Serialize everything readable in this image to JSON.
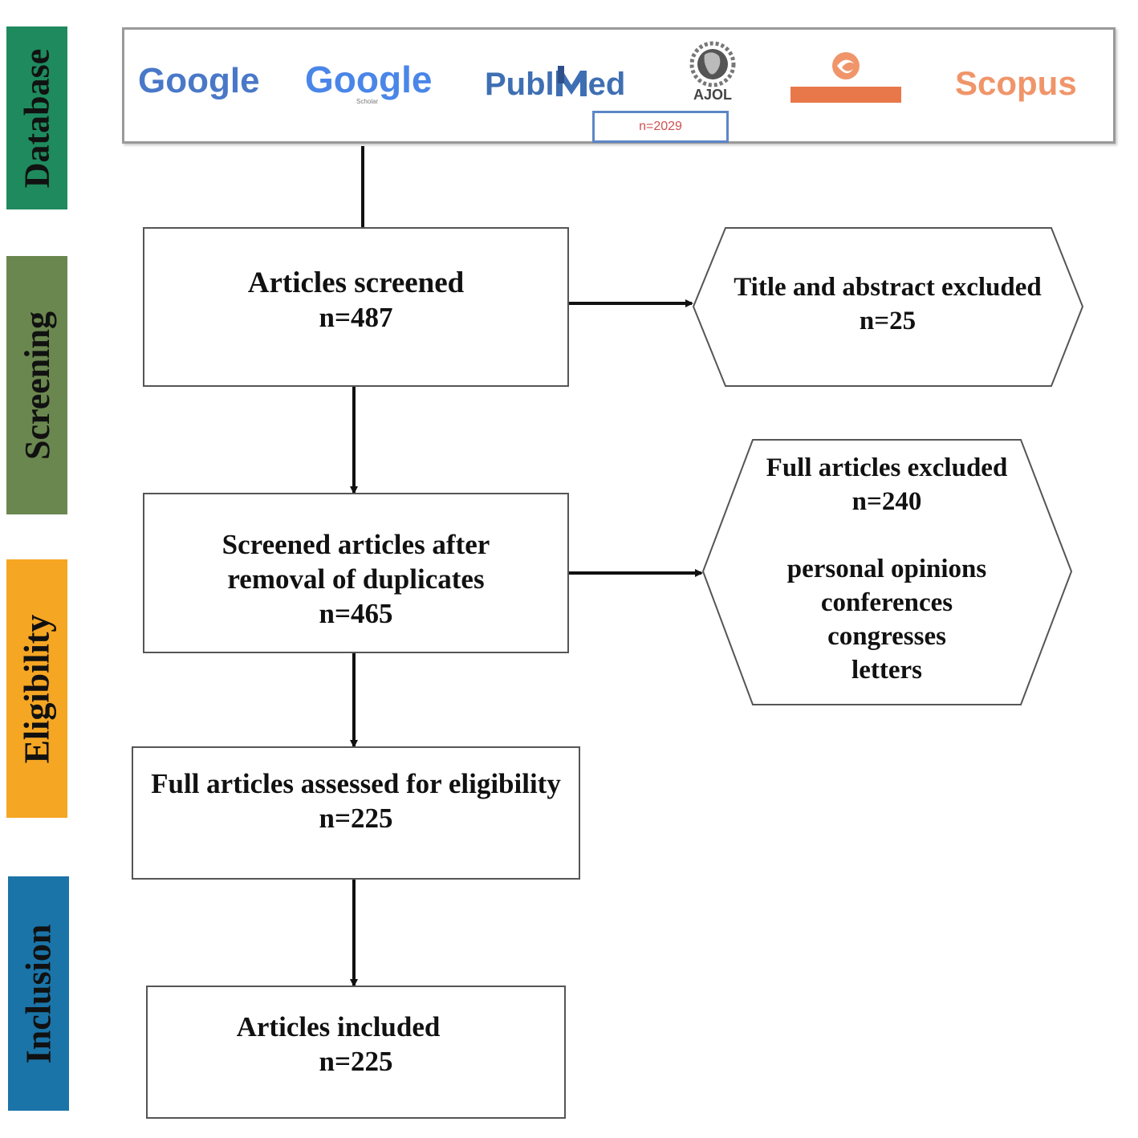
{
  "stages": {
    "database": {
      "label": "Database",
      "color": "#1e8a5e"
    },
    "screening": {
      "label": "Screening",
      "color": "#6b8750"
    },
    "eligibility": {
      "label": "Eligibility",
      "color": "#f5a623"
    },
    "inclusion": {
      "label": "Inclusion",
      "color": "#1a74a8"
    }
  },
  "databases": {
    "google": "Google",
    "google_scholar": "Google",
    "google_scholar_sub": "Scholar",
    "pubmed_left": "Publ",
    "pubmed_right": "ed",
    "ajol": "AJOL",
    "scopus": "Scopus",
    "count": "n=2029"
  },
  "boxes": {
    "screened": {
      "title": "Articles screened",
      "count": "n=487"
    },
    "dedup": {
      "line1": "Screened articles after",
      "line2": "removal of duplicates",
      "count": "n=465"
    },
    "assessed": {
      "title": "Full articles assessed for eligibility",
      "count": "n=225"
    },
    "included": {
      "title": "Articles included",
      "count": "n=225"
    }
  },
  "exclusions": {
    "title_abstract": {
      "title": "Title and abstract excluded",
      "count": "n=25"
    },
    "full": {
      "title": "Full articles excluded",
      "count": "n=240",
      "reasons": [
        "personal opinions",
        "conferences",
        "congresses",
        "letters"
      ]
    }
  }
}
